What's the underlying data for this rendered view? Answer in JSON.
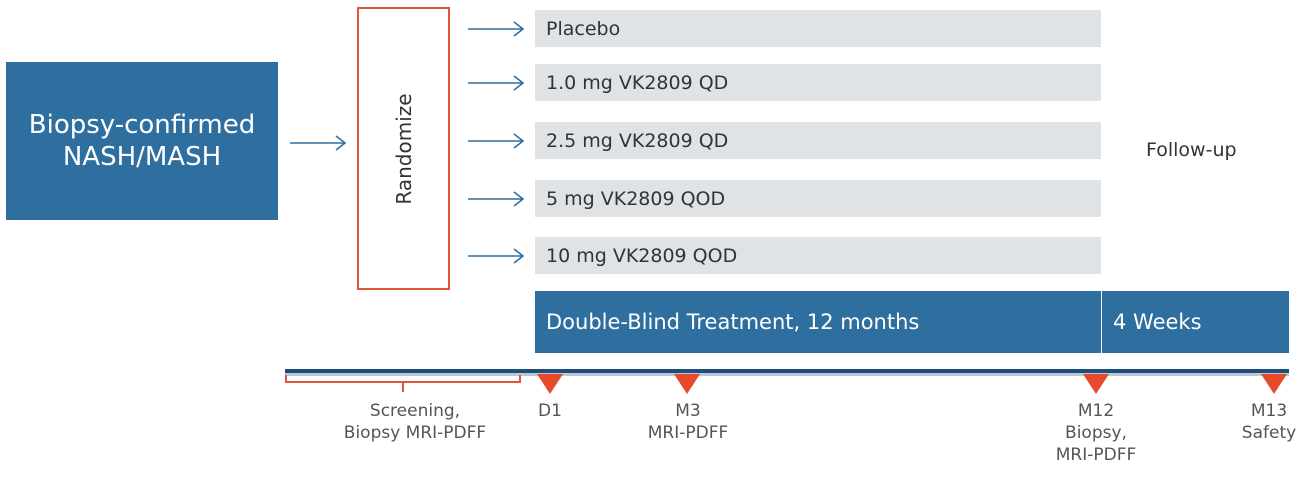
{
  "population": {
    "label": "Biopsy-confirmed\nNASH/MASH"
  },
  "randomize": {
    "label": "Randomize"
  },
  "arms": [
    {
      "label": "Placebo"
    },
    {
      "label": "1.0 mg VK2809 QD"
    },
    {
      "label": "2.5 mg VK2809 QD"
    },
    {
      "label": "5 mg VK2809 QOD"
    },
    {
      "label": "10 mg VK2809 QOD"
    }
  ],
  "followup": {
    "label": "Follow-up"
  },
  "phases": {
    "treatment": "Double-Blind Treatment, 12 months",
    "followup_duration": "4 Weeks"
  },
  "screening": {
    "label": "Screening,\nBiopsy MRI-PDFF"
  },
  "milestones": [
    {
      "label": "D1"
    },
    {
      "label": "M3\nMRI-PDFF"
    },
    {
      "label": "M12\nBiopsy,\nMRI-PDFF"
    },
    {
      "label": "M13\nSafety"
    }
  ],
  "colors": {
    "primary": "#2f6f9f",
    "accent": "#e8482c",
    "arm_fill": "#dfe3e6",
    "randomize_border": "#e0543a"
  }
}
